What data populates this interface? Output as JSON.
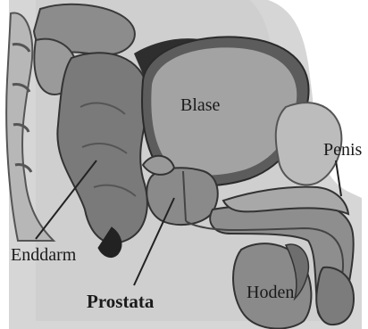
{
  "diagram": {
    "labels": {
      "bladder": "Blase",
      "penis": "Penis",
      "rectum": "Enddarm",
      "prostate": "Prostata",
      "testicles": "Hoden"
    },
    "colors": {
      "background": "#ffffff",
      "pelvic_cavity": "#d4d4d4",
      "organ_dark": "#7a7a7a",
      "organ_mid": "#9a9a9a",
      "organ_light": "#c2c2c2",
      "outline": "#3a3a3a",
      "label_text": "#1a1a1a"
    }
  }
}
